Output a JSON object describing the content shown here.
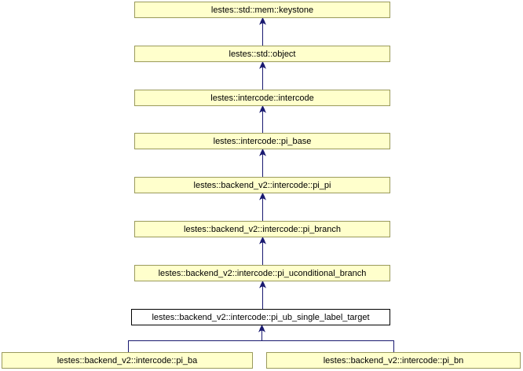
{
  "diagram": {
    "type": "class-inheritance-graph",
    "colors": {
      "page_bg": "#ffffff",
      "node_fill": "#ffffcc",
      "node_border": "#9a9a5c",
      "current_node_fill": "#ffffff",
      "current_node_border": "#000000",
      "edge": "#191970",
      "text": "#000000"
    },
    "nodes": [
      {
        "label": "lestes::std::mem::keystone",
        "role": "ancestor"
      },
      {
        "label": "lestes::std::object",
        "role": "ancestor"
      },
      {
        "label": "lestes::intercode::intercode",
        "role": "ancestor"
      },
      {
        "label": "lestes::intercode::pi_base",
        "role": "ancestor"
      },
      {
        "label": "lestes::backend_v2::intercode::pi_pi",
        "role": "ancestor"
      },
      {
        "label": "lestes::backend_v2::intercode::pi_branch",
        "role": "ancestor"
      },
      {
        "label": "lestes::backend_v2::intercode::pi_uconditional_branch",
        "role": "ancestor"
      },
      {
        "label": "lestes::backend_v2::intercode::pi_ub_single_label_target",
        "role": "current"
      },
      {
        "label": "lestes::backend_v2::intercode::pi_ba",
        "role": "derived"
      },
      {
        "label": "lestes::backend_v2::intercode::pi_bn",
        "role": "derived"
      }
    ],
    "edges": [
      {
        "from": "lestes::std::object",
        "to": "lestes::std::mem::keystone"
      },
      {
        "from": "lestes::intercode::intercode",
        "to": "lestes::std::object"
      },
      {
        "from": "lestes::intercode::pi_base",
        "to": "lestes::intercode::intercode"
      },
      {
        "from": "lestes::backend_v2::intercode::pi_pi",
        "to": "lestes::intercode::pi_base"
      },
      {
        "from": "lestes::backend_v2::intercode::pi_branch",
        "to": "lestes::backend_v2::intercode::pi_pi"
      },
      {
        "from": "lestes::backend_v2::intercode::pi_uconditional_branch",
        "to": "lestes::backend_v2::intercode::pi_branch"
      },
      {
        "from": "lestes::backend_v2::intercode::pi_ub_single_label_target",
        "to": "lestes::backend_v2::intercode::pi_uconditional_branch"
      },
      {
        "from": "lestes::backend_v2::intercode::pi_ba",
        "to": "lestes::backend_v2::intercode::pi_ub_single_label_target"
      },
      {
        "from": "lestes::backend_v2::intercode::pi_bn",
        "to": "lestes::backend_v2::intercode::pi_ub_single_label_target"
      }
    ]
  }
}
